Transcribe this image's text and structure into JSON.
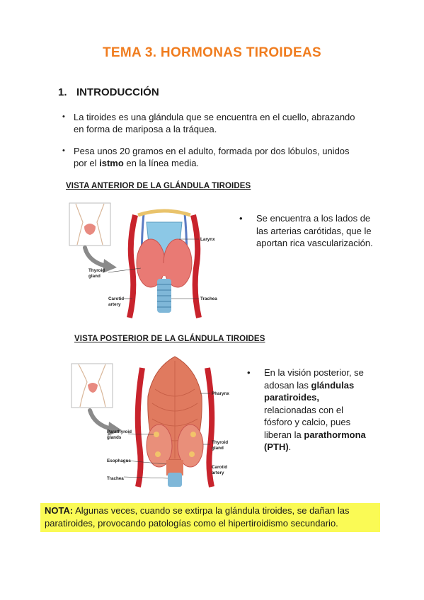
{
  "title": "TEMA 3. HORMONAS TIROIDEAS",
  "section": {
    "number": "1.",
    "heading": "INTRODUCCIÓN"
  },
  "bullets": [
    {
      "text_line1": "La tiroides es una glándula que se encuentra en el cuello, abrazando",
      "text_line2": "en forma de mariposa a la tráquea."
    },
    {
      "text_line1": "Pesa unos 20 gramos en el adulto, formada por dos lóbulos, unidos",
      "text_line2_pre": "por el ",
      "text_line2_bold": "istmo",
      "text_line2_post": " en la línea media."
    }
  ],
  "anterior": {
    "heading": "VISTA ANTERIOR DE LA GLÁNDULA TIROIDES",
    "labels": {
      "larynx": "Larynx",
      "thyroid": "Thyroid",
      "gland": "gland",
      "carotid": "Carotid",
      "artery": "artery",
      "trachea": "Trachea"
    },
    "side_lines": [
      "Se encuentra a los lados de",
      "las arterias carótidas, que le",
      "aportan rica vascularización."
    ]
  },
  "posterior": {
    "heading": "VISTA POSTERIOR DE LA GLÁNDULA TIROIDES",
    "labels": {
      "pharynx": "Pharynx",
      "parathyroid": "Parathyroid",
      "glands": "glands",
      "thyroid": "Thyroid",
      "gland": "gland",
      "esophagus": "Esophagus",
      "carotid": "Carotid",
      "artery": "artery",
      "trachea": "Trachea"
    },
    "side": {
      "l1": "En la visión posterior, se",
      "l2_pre": "adosan las ",
      "l2_bold": "glándulas",
      "l3_bold": "paratiroides,",
      "l4": "relacionadas con el",
      "l5": "fósforo y calcio, pues",
      "l6_pre": "liberan la ",
      "l6_bold": "parathormona",
      "l7_bold": "(PTH)",
      "l7_post": "."
    }
  },
  "note": {
    "label": "NOTA:",
    "line1": " Algunas veces, cuando se extirpa la glándula tiroides, se dañan las",
    "line2": "paratiroides, provocando patologías como el hipertiroidismo secundario."
  },
  "colors": {
    "title": "#f07c1e",
    "highlight": "#fafa55",
    "artery": "#c8232c",
    "cartilage": "#8cc8e6",
    "gland": "#e97a74"
  }
}
